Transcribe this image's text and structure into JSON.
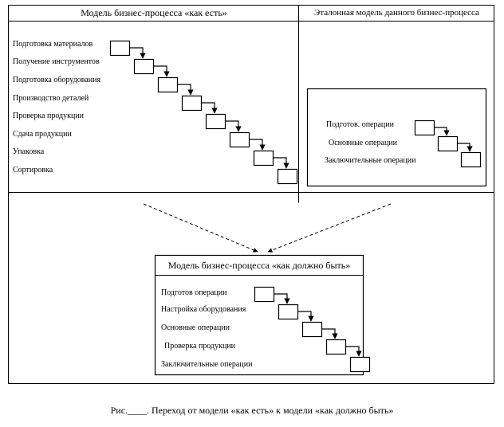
{
  "panels": {
    "as_is": {
      "title": "Модель бизнес-процесса «как есть»",
      "steps": [
        "Подготовка материалов",
        "Получение инструментов",
        "Подготовка оборудования",
        "Производство деталей",
        "Проверка продукции",
        "Сдача продукции",
        "Упаковка",
        "Сортировка"
      ]
    },
    "reference": {
      "title": "Эталонная модель данного бизнес-процесса",
      "steps": [
        "Подготов. операции",
        "Основные операции",
        "Заключительные операции"
      ]
    },
    "to_be": {
      "title": "Модель бизнес-процесса «как должно быть»",
      "steps": [
        "Подготов операции",
        "Настройка оборудования",
        "Основные операции",
        "Проверка продукции",
        "Заключительные операции"
      ]
    }
  },
  "caption": "Рис.____. Переход от модели «как есть» к модели «как должно быть»"
}
